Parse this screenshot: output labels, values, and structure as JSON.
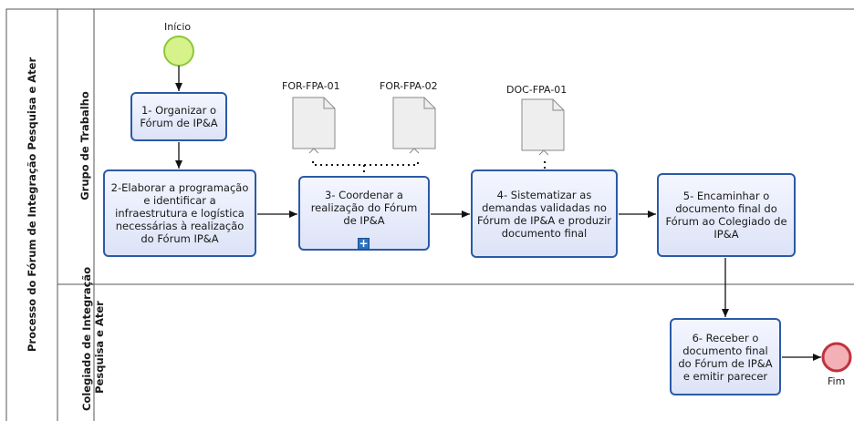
{
  "pool_title": "Processo do Fórum de Integração Pesquisa e Ater",
  "lanes": [
    {
      "label": "Grupo de Trabalho"
    },
    {
      "label_line1": "Colegiado de Integração",
      "label_line2": "Pesquisa e Ater"
    }
  ],
  "events": {
    "start": "Início",
    "end": "Fim"
  },
  "tasks": [
    {
      "id": "t1",
      "label": "1- Organizar o Fórum de IP&A"
    },
    {
      "id": "t2",
      "label": "2-Elaborar a programação e identificar a infraestrutura e logística necessárias à realização do Fórum IP&A"
    },
    {
      "id": "t3",
      "label": "3- Coordenar a realização do Fórum de IP&A"
    },
    {
      "id": "t4",
      "label": "4- Sistematizar as demandas validadas no Fórum de IP&A e produzir documento final"
    },
    {
      "id": "t5",
      "label": "5- Encaminhar o documento final do Fórum ao Colegiado de IP&A"
    },
    {
      "id": "t6",
      "label": "6- Receber o documento final do Fórum de IP&A e emitir parecer"
    }
  ],
  "documents": [
    "FOR-FPA-01",
    "FOR-FPA-02",
    "DOC-FPA-01"
  ],
  "colors": {
    "border": "#2b5aa6",
    "start_fill": "#d6f28a",
    "start_stroke": "#8fc63a",
    "end_fill": "#f3b0b6",
    "end_stroke": "#c0323e",
    "subprocess_marker": "#2b73c2"
  }
}
